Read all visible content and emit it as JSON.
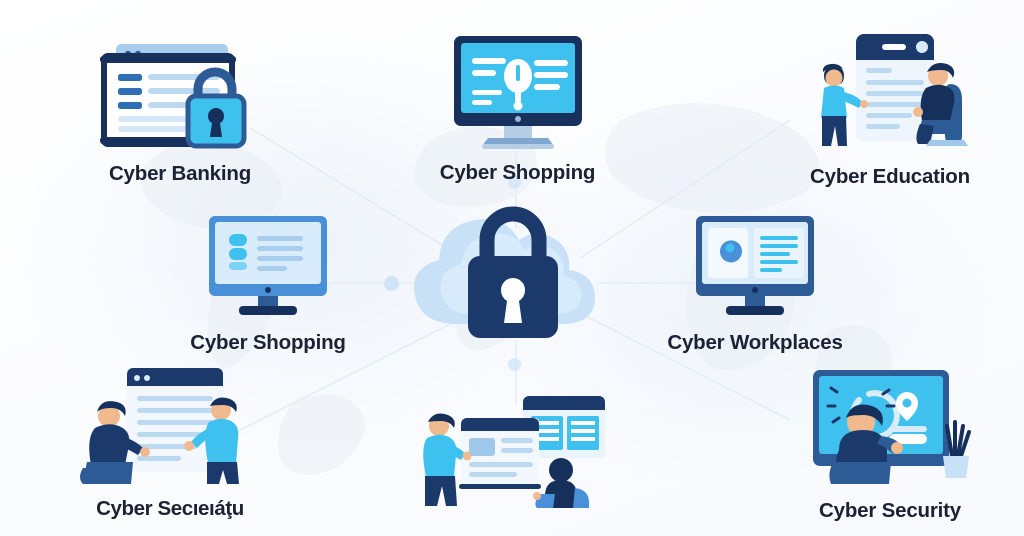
{
  "graphic": {
    "type": "cybersecurity-hub-infographic",
    "background_color": "#fdfdfe",
    "accent_colors": {
      "navy": "#1b3a6b",
      "dark_navy": "#16305c",
      "cyan": "#3fc1f0",
      "mid_blue": "#4a90d9",
      "light_blue": "#cfe4f7",
      "pale_blue": "#e8f2fb",
      "text": "#1b2233",
      "connector": "#dfeaf5"
    },
    "center": {
      "name": "cloud-lock",
      "icon": "cloud-padlock-icon",
      "description": "central padlock over cloud",
      "label": ""
    },
    "nodes": [
      {
        "id": "cyber-banking",
        "label": "Cyber Banking",
        "icon": "browser-window-with-padlock-icon",
        "position": "top-left"
      },
      {
        "id": "cyber-shopping-top",
        "label": "Cyber Shopping",
        "icon": "desktop-monitor-alert-icon",
        "position": "top-center"
      },
      {
        "id": "cyber-education",
        "label": "Cyber Education",
        "icon": "two-people-document-icon",
        "position": "top-right"
      },
      {
        "id": "cyber-shopping-mid",
        "label": "Cyber Shopping",
        "icon": "desktop-monitor-document-icon",
        "position": "middle-left"
      },
      {
        "id": "cyber-workplaces",
        "label": "Cyber Workplaces",
        "icon": "desktop-monitor-dashboard-icon",
        "position": "middle-right"
      },
      {
        "id": "cyber-society-garbled",
        "label": "Cyber Secıeıáţu",
        "icon": "two-people-whiteboard-icon",
        "position": "bottom-left",
        "note": "garbled-text"
      },
      {
        "id": "collaboration-unlabeled",
        "label": "",
        "icon": "two-people-presentation-icon",
        "position": "bottom-center"
      },
      {
        "id": "cyber-security",
        "label": "Cyber Security",
        "icon": "person-at-large-screen-icon",
        "position": "bottom-right"
      }
    ]
  }
}
